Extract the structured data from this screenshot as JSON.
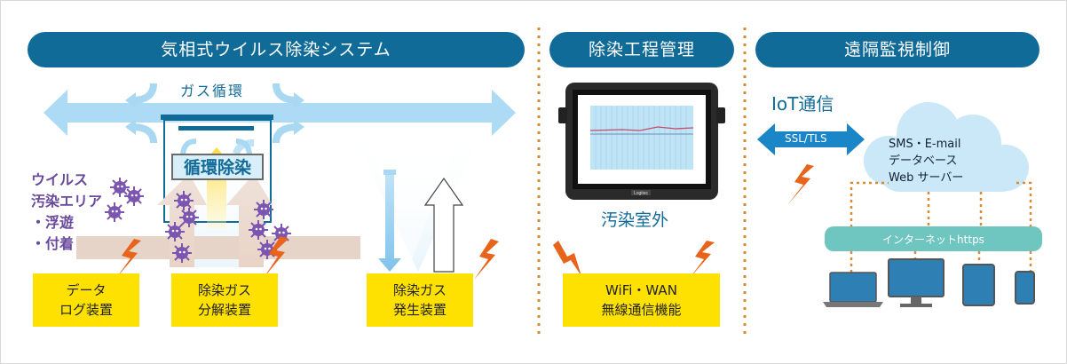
{
  "sections": {
    "gas_system": "気相式ウイルス除染システム",
    "process": "除染工程管理",
    "remote": "遠隔監視制御"
  },
  "labels": {
    "gas_circulation": "ガス循環",
    "circulation_decon": "循環除染",
    "virus_area_line1": "ウイルス",
    "virus_area_line2": "汚染エリア",
    "virus_area_line3": "・浮遊",
    "virus_area_line4": "・付着",
    "outside": "汚染室外",
    "iot": "IoT通信",
    "ssl": "SSL/TLS",
    "cloud": "SMS・E-mail\nデータベース\nWeb サーバー",
    "internet": "インターネットhttps",
    "tablet_brand": "Logitec"
  },
  "boxes": {
    "data_logger": "データ\nログ装置",
    "decomposer": "除染ガス\n分解装置",
    "generator": "除染ガス\n発生装置",
    "wifi": "WiFi・WAN\n無線通信機能"
  },
  "colors": {
    "pill": "#116b98",
    "yellow": "#ffe100",
    "arrow_blue": "#a9d8f3",
    "virus": "#7b55b0",
    "dotted": "#d98a35",
    "internet_bar": "#6fc6c1",
    "cloud": "#cbe8f8",
    "device": "#2e7fb4"
  },
  "icons": [
    "lightning-icon",
    "virus-icon",
    "cloud-icon",
    "laptop-icon",
    "monitor-icon",
    "tablet-icon",
    "smartphone-icon"
  ]
}
